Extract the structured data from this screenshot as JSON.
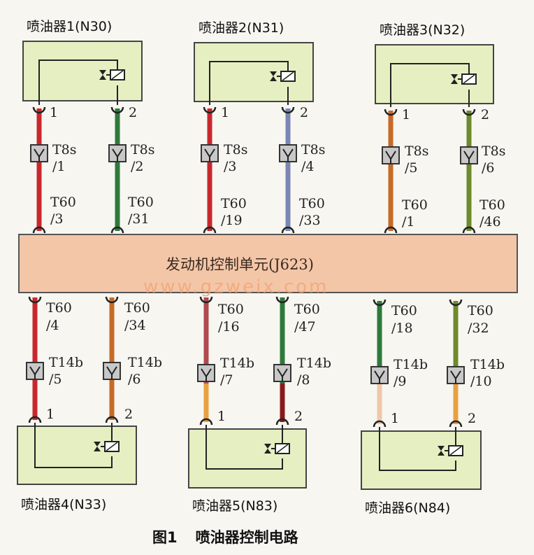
{
  "injectors_top": [
    {
      "title": "喷油器1(N30)",
      "pin1": "1",
      "pin2": "2",
      "t8_1": "T8s",
      "t8_1n": "/1",
      "t8_2": "T8s",
      "t8_2n": "/2",
      "t60_1": "T60",
      "t60_1n": "/3",
      "t60_2": "T60",
      "t60_2n": "/31"
    },
    {
      "title": "喷油器2(N31)",
      "pin1": "1",
      "pin2": "2",
      "t8_1": "T8s",
      "t8_1n": "/3",
      "t8_2": "T8s",
      "t8_2n": "/4",
      "t60_1": "T60",
      "t60_1n": "/19",
      "t60_2": "T60",
      "t60_2n": "/33"
    },
    {
      "title": "喷油器3(N32)",
      "pin1": "1",
      "pin2": "2",
      "t8_1": "T8s",
      "t8_1n": "/5",
      "t8_2": "T8s",
      "t8_2n": "/6",
      "t60_1": "T60",
      "t60_1n": "/1",
      "t60_2": "T60",
      "t60_2n": "/46"
    }
  ],
  "injectors_bottom": [
    {
      "title": "喷油器4(N33)",
      "pin1": "1",
      "pin2": "2",
      "t60_1": "T60",
      "t60_1n": "/4",
      "t60_2": "T60",
      "t60_2n": "/34",
      "t14_1": "T14b",
      "t14_1n": "/5",
      "t14_2": "T14b",
      "t14_2n": "/6"
    },
    {
      "title": "喷油器5(N83)",
      "pin1": "1",
      "pin2": "2",
      "t60_1": "T60",
      "t60_1n": "/16",
      "t60_2": "T60",
      "t60_2n": "/47",
      "t14_1": "T14b",
      "t14_1n": "/7",
      "t14_2": "T14b",
      "t14_2n": "/8"
    },
    {
      "title": "喷油器6(N84)",
      "pin1": "1",
      "pin2": "2",
      "t60_1": "T60",
      "t60_1n": "/18",
      "t60_2": "T60",
      "t60_2n": "/32",
      "t14_1": "T14b",
      "t14_1n": "/9",
      "t14_2": "T14b",
      "t14_2n": "/10"
    }
  ],
  "ecu": {
    "label": "发动机控制单元(J623)",
    "watermark": "www.gzweix.com"
  },
  "caption": {
    "fig": "图1",
    "text": "喷油器控制电路"
  },
  "colors": {
    "box_fill": "#e6efc2",
    "ecu_fill": "#f3c6a8",
    "ecu_stroke": "#555",
    "connector_fill": "#c8c8c8",
    "wire_red": "#c8282d",
    "wire_green": "#2d7a3a",
    "wire_blue": "#7b86b5",
    "wire_orange": "#c86a28",
    "wire_olive": "#6d8a2e",
    "wire_yellow": "#e8a040"
  }
}
